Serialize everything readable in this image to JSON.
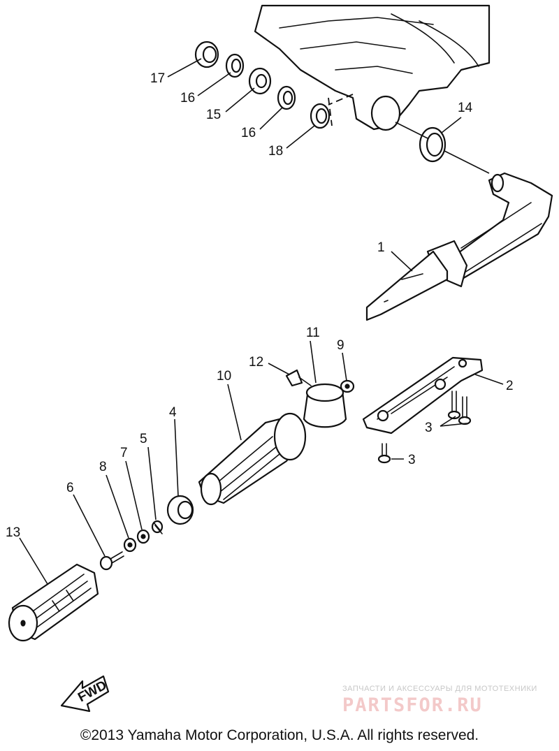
{
  "callouts": {
    "c1": "1",
    "c2": "2",
    "c3a": "3",
    "c3b": "3",
    "c4": "4",
    "c5": "5",
    "c6": "6",
    "c7": "7",
    "c8": "8",
    "c9": "9",
    "c10": "10",
    "c11": "11",
    "c12": "12",
    "c13": "13",
    "c14": "14",
    "c15": "15",
    "c16a": "16",
    "c16b": "16",
    "c17": "17",
    "c18": "18"
  },
  "fwd_label": "FWD",
  "watermark": {
    "subtitle": "ЗАПЧАСТИ И АКСЕССУАРЫ ДЛЯ МОТОТЕХНИКИ",
    "logo": "PARTSFOR.RU"
  },
  "copyright": "©2013 Yamaha Motor Corporation, U.S.A. All rights reserved.",
  "colors": {
    "ink": "#111111",
    "watermark": "#f3c9c9",
    "background": "#ffffff"
  }
}
